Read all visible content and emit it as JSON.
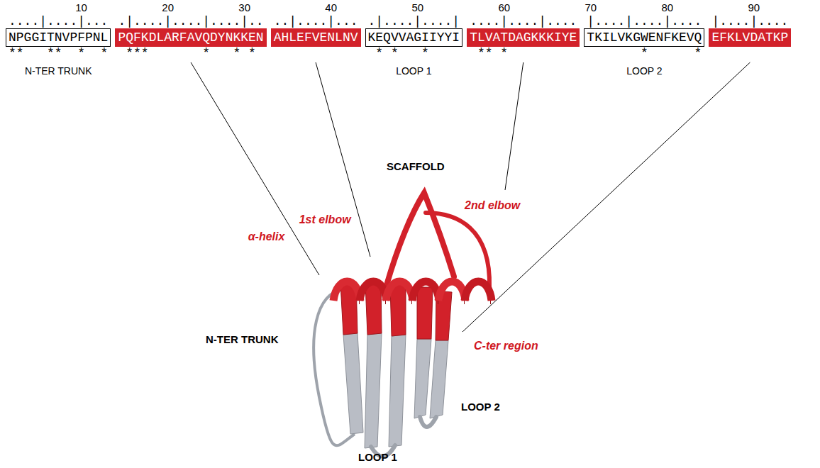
{
  "diagram": {
    "nodes": [
      {
        "text": [
          "NPGGITNVPFPNL"
        ]
      },
      {
        "text": [
          "PQFKDLARFAVQDYNKKEN"
        ]
      },
      {
        "text": [
          "AHLEFVENLNV"
        ]
      },
      {
        "text": [
          "KEQVVAGIIYYI"
        ]
      },
      {
        "text": [
          "TLVATDAGKKKIYE"
        ]
      },
      {
        "text": [
          "TKILVKGWENFKEVQ"
        ]
      },
      {
        "text": [
          "EFKLVDATKP"
        ]
      }
    ],
    "labels": [
      "10",
      "20",
      "30",
      "40",
      "50",
      "60",
      "70",
      "80",
      "90",
      "....|....|...",
      ".|....|....|....|..",
      "..|....|...",
      ".|....|....|",
      "....|....|....",
      "|....|....|....",
      "|....|....",
      "**   **  *  *",
      " ***       *   * *",
      " * *   *",
      " ** *",
      "       *      *",
      "N-TER TRUNK",
      "LOOP 1",
      "LOOP 2",
      "SCAFFOLD",
      "α-helix",
      "1st elbow",
      "2nd elbow",
      "C-ter region",
      "N-TER TRUNK",
      "LOOP 1",
      "LOOP 2"
    ]
  }
}
